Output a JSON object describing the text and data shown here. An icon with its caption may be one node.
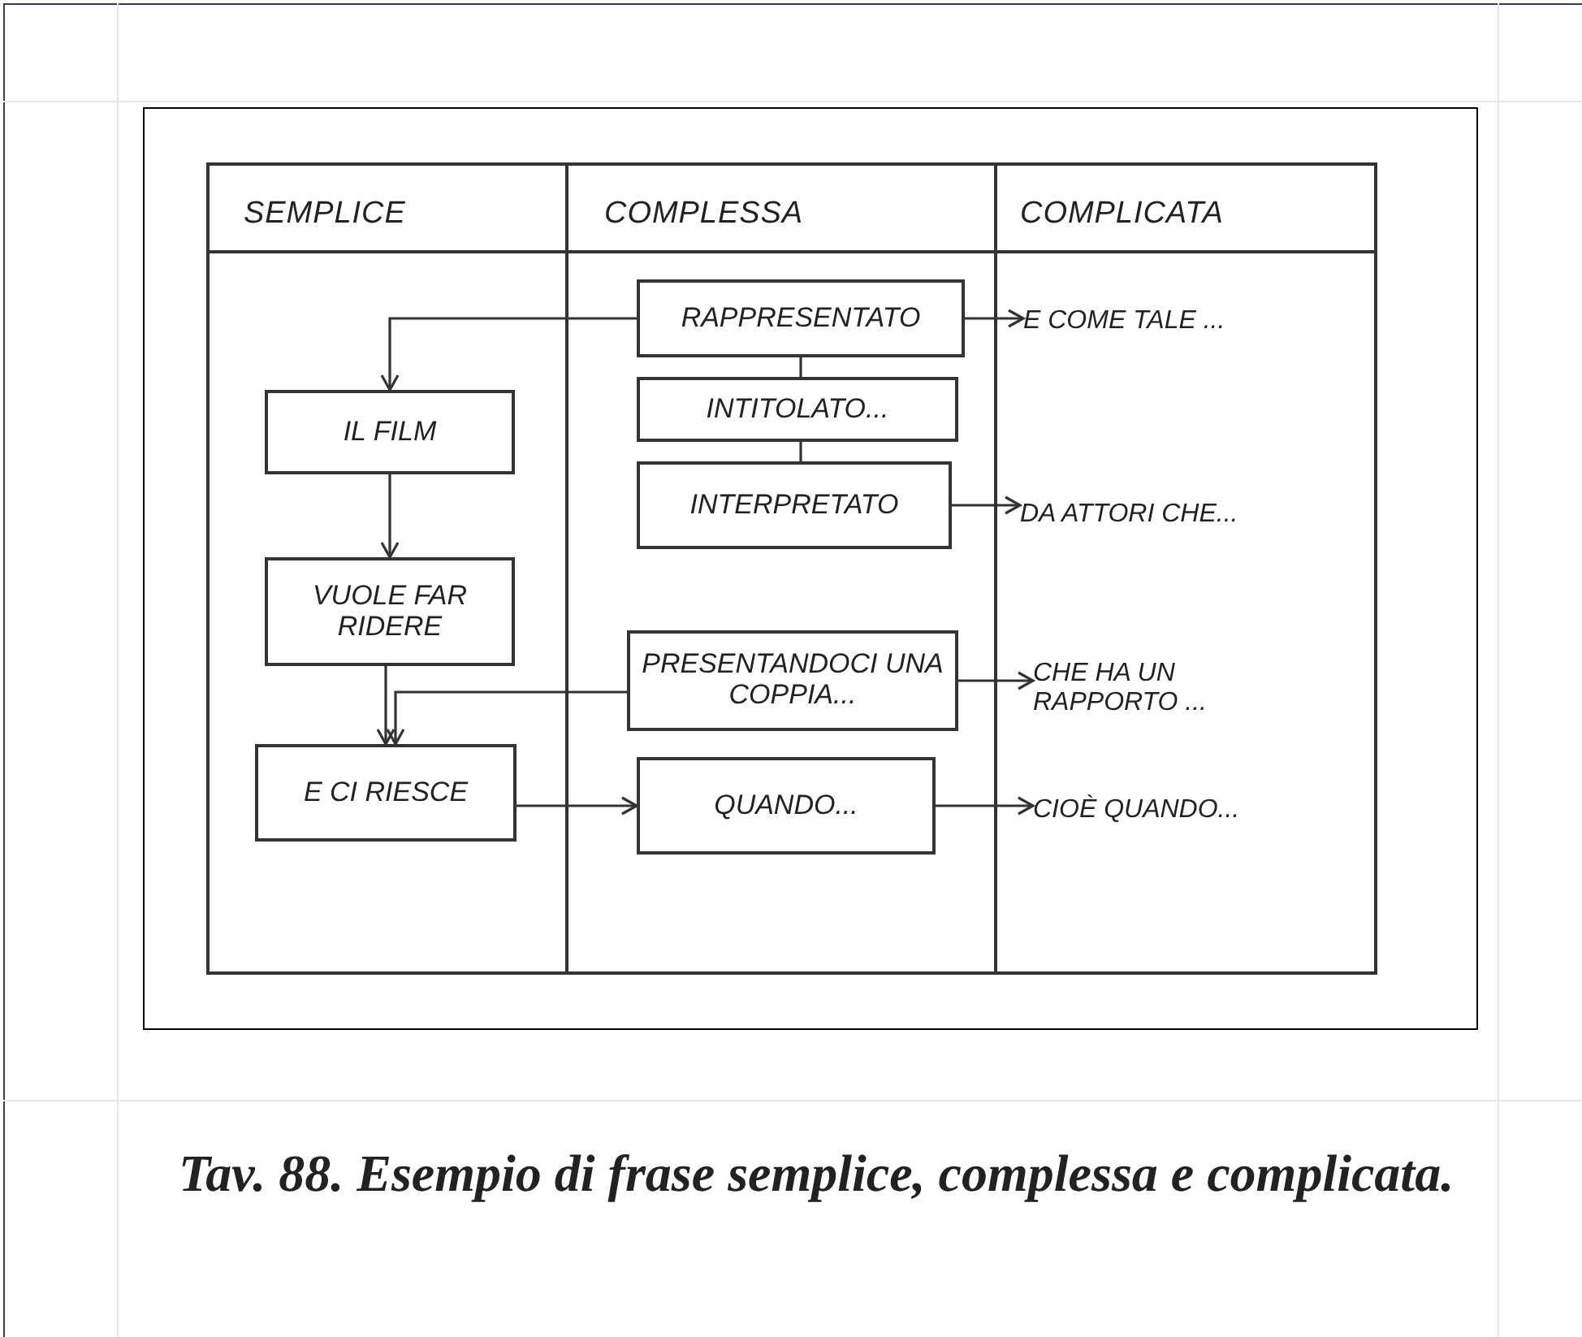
{
  "diagram": {
    "caption": "Tav. 88. Esempio di frase semplice, complessa e complicata.",
    "nodes": [
      {
        "text": [
          "IL FILM"
        ]
      },
      {
        "text": [
          "VUOLE FAR RIDERE"
        ]
      },
      {
        "text": [
          "E CI RIESCE"
        ]
      },
      {
        "text": [
          "RAPPRESENTATO"
        ]
      },
      {
        "text": [
          "INTITOLATO..."
        ]
      },
      {
        "text": [
          "INTERPRETATO"
        ]
      },
      {
        "text": [
          "PRESENTANDOCI UNA COPPIA..."
        ]
      },
      {
        "text": [
          "QUANDO..."
        ]
      },
      {
        "text": [
          "E COME TALE ..."
        ]
      },
      {
        "text": [
          "DA ATTORI CHE..."
        ]
      },
      {
        "text": [
          "CHE HA UN RAPPORTO ..."
        ]
      },
      {
        "text": [
          "CIOÈ QUANDO..."
        ]
      }
    ],
    "edges": [
      {
        "from": 3,
        "to": 0,
        "arrow": "to"
      },
      {
        "from": 0,
        "to": 1,
        "arrow": "to"
      },
      {
        "from": 1,
        "to": 2,
        "arrow": "to"
      },
      {
        "from": 6,
        "to": 2,
        "arrow": "to"
      },
      {
        "from": 3,
        "to": 4,
        "arrow": "none"
      },
      {
        "from": 4,
        "to": 5,
        "arrow": "none"
      },
      {
        "from": 2,
        "to": 7,
        "arrow": "to"
      },
      {
        "from": 3,
        "to": 8,
        "arrow": "to"
      },
      {
        "from": 5,
        "to": 9,
        "arrow": "to"
      },
      {
        "from": 6,
        "to": 10,
        "arrow": "to"
      },
      {
        "from": 7,
        "to": 11,
        "arrow": "to"
      }
    ],
    "labels": [
      "SEMPLICE",
      "COMPLESSA",
      "COMPLICATA"
    ]
  }
}
